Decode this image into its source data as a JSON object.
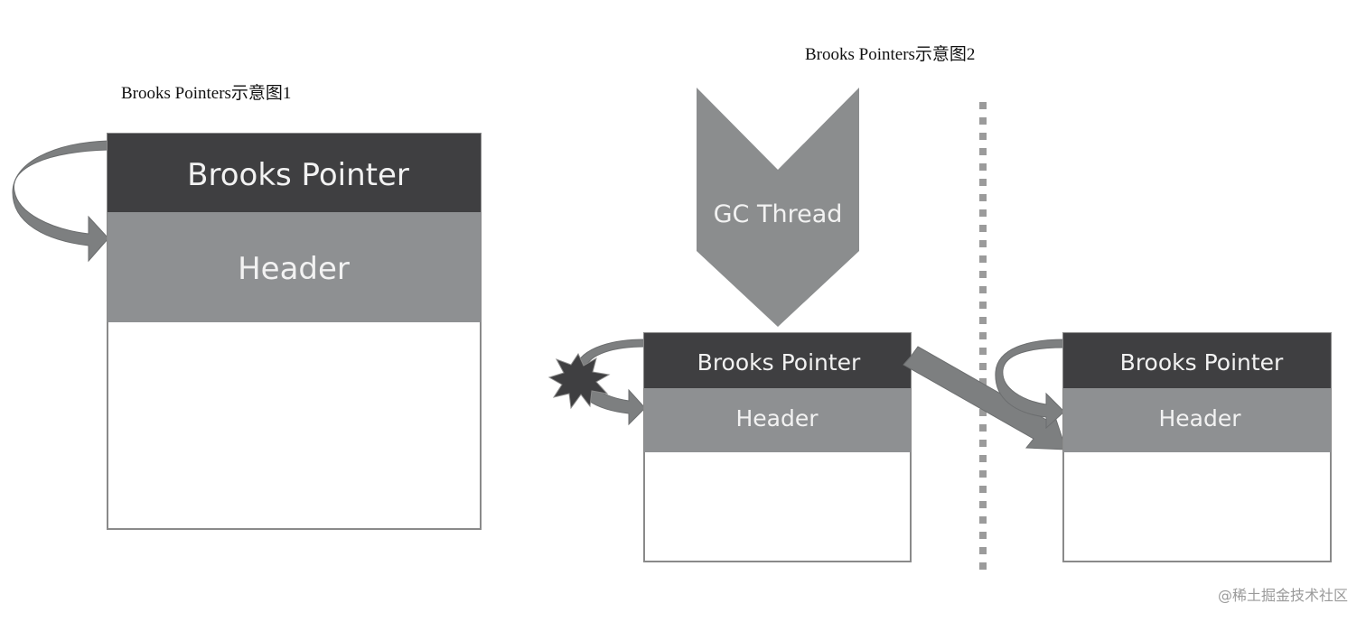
{
  "figure1": {
    "caption": "Brooks Pointers示意图1",
    "brooks_pointer_label": "Brooks Pointer",
    "header_label": "Header"
  },
  "figure2": {
    "caption": "Brooks Pointers示意图2",
    "gc_thread_label": "GC Thread",
    "old_object": {
      "brooks_pointer_label": "Brooks Pointer",
      "header_label": "Header"
    },
    "new_object": {
      "brooks_pointer_label": "Brooks Pointer",
      "header_label": "Header"
    }
  },
  "watermark": "@稀土掘金技术社区",
  "colors": {
    "pointer_dark": "#3f3f41",
    "header_gray": "#8e9092",
    "arrow_gray": "#7d7f80",
    "gc_gray": "#8b8d8e",
    "divider_gray": "#9b9b9b",
    "border": "#8a8a8a"
  }
}
